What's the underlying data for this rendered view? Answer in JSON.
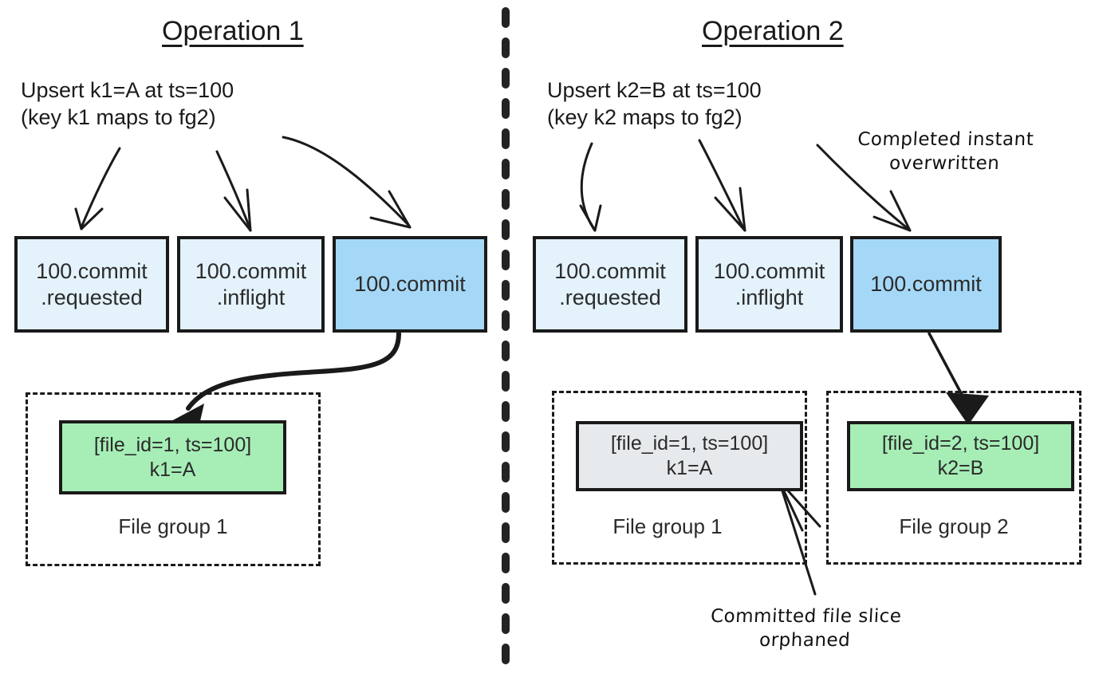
{
  "diagram": {
    "divider": {
      "name": "vertical-dashed-divider",
      "color": "#232323"
    }
  },
  "operations": [
    {
      "id": "operation-1",
      "title": "Operation 1",
      "description": "Upsert k1=A at ts=100\n(key k1 maps to fg2)",
      "timeline": [
        {
          "label": "100.commit\n.requested",
          "state": "requested",
          "fill": "#e3f2fb"
        },
        {
          "label": "100.commit\n.inflight",
          "state": "inflight",
          "fill": "#e3f2fb"
        },
        {
          "label": "100.commit",
          "state": "completed",
          "fill": "#a5d8f7"
        }
      ],
      "file_groups": [
        {
          "label": "File group 1",
          "slice": {
            "line1": "[file_id=1, ts=100]",
            "line2": "k1=A",
            "fill": "#a6eeb6",
            "status": "active"
          }
        }
      ],
      "notes": []
    },
    {
      "id": "operation-2",
      "title": "Operation 2",
      "description": "Upsert k2=B at ts=100\n(key k2 maps to fg2)",
      "timeline": [
        {
          "label": "100.commit\n.requested",
          "state": "requested",
          "fill": "#e3f2fb"
        },
        {
          "label": "100.commit\n.inflight",
          "state": "inflight",
          "fill": "#e3f2fb"
        },
        {
          "label": "100.commit",
          "state": "completed",
          "fill": "#a5d8f7"
        }
      ],
      "file_groups": [
        {
          "label": "File group 1",
          "slice": {
            "line1": "[file_id=1, ts=100]",
            "line2": "k1=A",
            "fill": "#e6eaed",
            "status": "orphaned"
          }
        },
        {
          "label": "File group 2",
          "slice": {
            "line1": "[file_id=2, ts=100]",
            "line2": "k2=B",
            "fill": "#a6eeb6",
            "status": "active"
          }
        }
      ],
      "notes": [
        {
          "id": "note-completed-instant-overwritten",
          "text": "Completed instant\noverwritten"
        },
        {
          "id": "note-committed-file-slice-orphaned",
          "text": "Committed file slice\norphaned"
        }
      ]
    }
  ]
}
